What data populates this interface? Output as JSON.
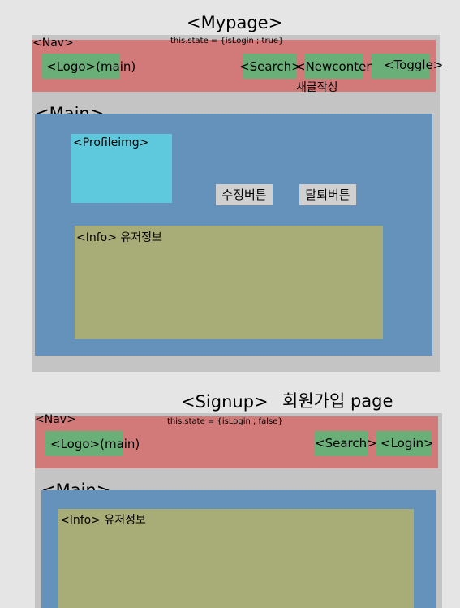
{
  "mypage": {
    "title": "<Mypage>",
    "nav_label": "<Nav>",
    "state": "this.state = {isLogin ; true}",
    "logo": "<Logo>(main)",
    "search": "<Search>",
    "newcontent": "<Newcontent>",
    "newcontent_caption": "새글작성",
    "toggle": "<Toggle>",
    "main_label": "<Main>",
    "profileimg": "<Profileimg>",
    "edit_button": "수정버튼",
    "withdraw_button": "탈퇴버튼",
    "info": "<Info> 유저정보"
  },
  "signup": {
    "title": "<Signup>",
    "title_suffix": "회원가입 page",
    "nav_label": "<Nav>",
    "state": "this.state = {isLogin ; false}",
    "logo": "<Logo>(main)",
    "search": "<Search>",
    "login": "<Login>",
    "main_label": "<Main>",
    "info": "<Info> 유저정보"
  },
  "colors": {
    "background": "#e5e5e5",
    "frame": "#c4c4c4",
    "nav": "#d27a7a",
    "main": "#6592bb",
    "component": "#6aaf78",
    "profileimg": "#5ec9dd",
    "info": "#a8ac76",
    "button": "#d0d0d0"
  }
}
